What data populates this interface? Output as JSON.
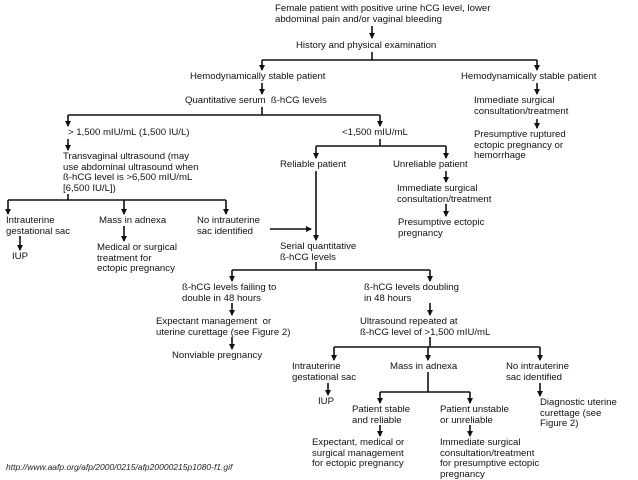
{
  "colors": {
    "line": "#111111",
    "text": "#111111",
    "background": "#ffffff"
  },
  "nodes": {
    "start": "Female patient with positive urine hCG level, lower\nabdominal pain and/or vaginal bleeding",
    "history": "History and physical examination",
    "hemo_left": "Hemodynamically stable patient",
    "hemo_right": "Hemodynamically stable patient",
    "quant": "Quantitative serum  ß-hCG levels",
    "surg_top": "Immediate surgical\nconsultation/treatment",
    "ruptured": "Presumptive ruptured\nectopic pregnancy or\nhemorrhage",
    "gt1500": "> 1,500 mIU/mL (1,500 IU/L)",
    "lt1500": "<1,500 mIU/mL",
    "tvus": "Transvaginal ultrasound (may\nuse abdominal ultrasound when\nß-hCG level is >6,500 mIU/mL\n[6,500 IU/L])",
    "reliable": "Reliable patient",
    "unreliable": "Unreliable patient",
    "surg_mid": "Immediate surgical\nconsultation/treatment",
    "presumptive": "Presumptive ectopic\npregnancy",
    "intra1": "Intrauterine\ngestational sac",
    "mass1": "Mass in adnexa",
    "noIntra1": "No intrauterine\nsac identified",
    "iup1": "IUP",
    "medsurg": "Medical or surgical\ntreatment for\nectopic pregnancy",
    "serial": "Serial quantitative\nß-hCG levels",
    "failing": "ß-hCG levels failing to\ndouble in 48 hours",
    "doubling": "ß-hCG levels doubling\nin 48 hours",
    "expectant": "Expectant management  or\nuterine curettage (see Figure 2)",
    "usrepeat": "Ultrasound repeated at\nß-hCG level of >1,500 mIU/mL",
    "nonviable": "Nonviable pregnancy",
    "intra2": "Intrauterine\ngestational sac",
    "mass2": "Mass in adnexa",
    "noIntra2": "No intrauterine\nsac identified",
    "iup2": "IUP",
    "diag": "Diagnostic uterine\ncurettage (see\nFigure 2)",
    "stable": "Patient stable\nand reliable",
    "unstable": "Patient unstable\nor unreliable",
    "expmed": "Expectant, medical or\nsurgical management\nfor ectopic pregnancy",
    "surg_bottom": "Immediate surgical\nconsultation/treatment\nfor presumptive ectopic\npregnancy"
  },
  "source_url": "http://www.aafp.org/afp/2000/0215/afp20000215p1080-f1.gif"
}
